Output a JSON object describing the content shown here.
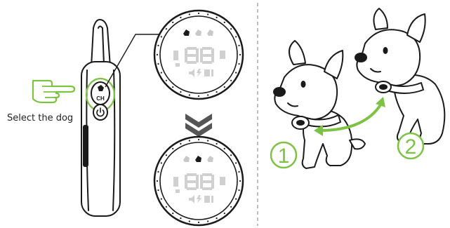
{
  "caption": "Select the dog",
  "step_labels": [
    "1",
    "2"
  ],
  "button_labels": {
    "channel": "CH"
  },
  "colors": {
    "accent": "#7dc243",
    "ink": "#1a1a1a",
    "inactive": "#c9c9c9",
    "divider": "#9a9a9a"
  },
  "icons": [
    "pointing-hand-icon",
    "power-icon",
    "dog-head-icon",
    "chevron-down-icon",
    "curved-double-arrow-icon",
    "dog-illustration"
  ]
}
